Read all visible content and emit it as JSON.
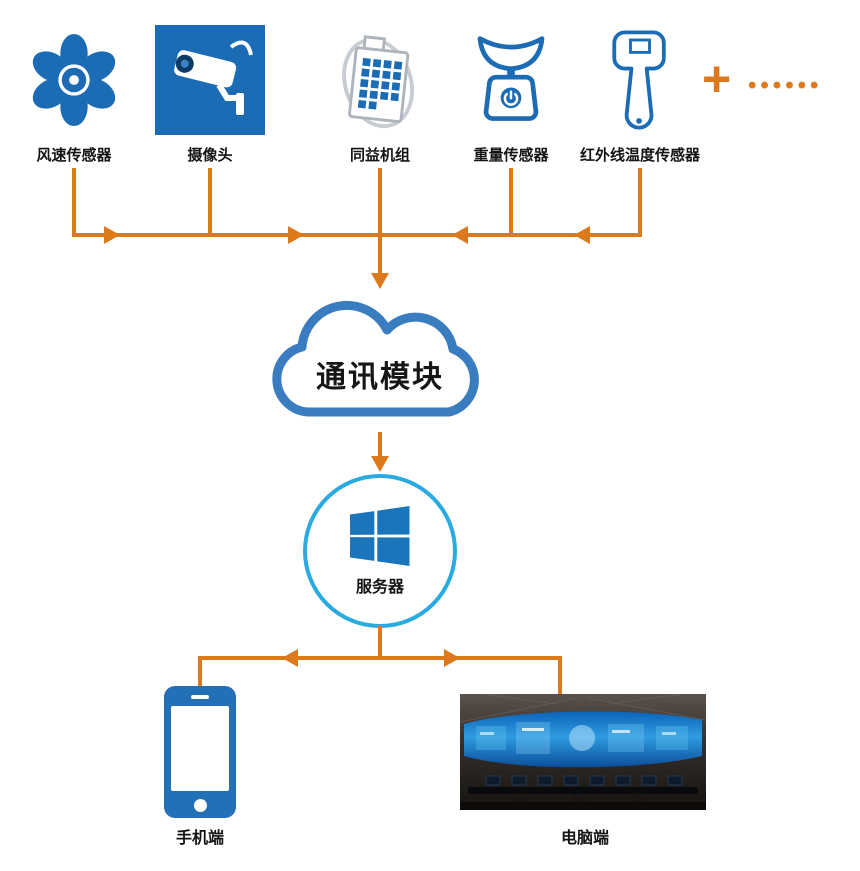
{
  "devices": [
    {
      "label": "风速传感器",
      "icon": "fan-icon"
    },
    {
      "label": "摄像头",
      "icon": "cctv-camera-icon"
    },
    {
      "label": "同益机组",
      "icon": "machine-unit-icon"
    },
    {
      "label": "重量传感器",
      "icon": "weight-scale-icon"
    },
    {
      "label": "红外线温度传感器",
      "icon": "ir-thermometer-icon"
    }
  ],
  "more": {
    "plus": "+",
    "dots": "••••••"
  },
  "cloud": {
    "label": "通讯模块"
  },
  "server": {
    "label": "服务器",
    "icon": "windows-logo-icon"
  },
  "clients": {
    "mobile": {
      "label": "手机端",
      "icon": "smartphone-icon"
    },
    "desktop": {
      "label": "电脑端",
      "icon": "control-room-photo"
    }
  },
  "colors": {
    "connector_orange": "#DC791D",
    "device_blue": "#1B6CB5",
    "cloud_stroke_blue": "#3A7CC0",
    "server_ring_blue": "#29ABE2",
    "windows_blue": "#1B75BB"
  }
}
